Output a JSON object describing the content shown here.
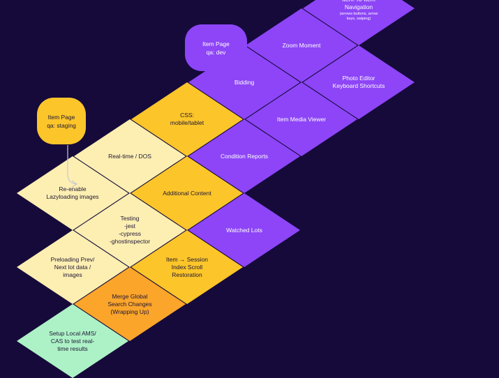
{
  "colors": {
    "background": "#150a3a",
    "purple": "#8d45f7",
    "yellow": "#fcc52a",
    "cream": "#fdefb2",
    "orange": "#fba52b",
    "green": "#adf2c6",
    "connector": "#c8c8d0"
  },
  "tags": [
    {
      "id": "qa-dev",
      "line1": "Item Page",
      "line2": "qa: dev",
      "color": "purple",
      "text": "light"
    },
    {
      "id": "qa-staging",
      "line1": "Item Page",
      "line2": "qa: staging",
      "color": "yellow",
      "text": "dark"
    }
  ],
  "tiles": [
    {
      "id": "item-to-item-navigation",
      "label": "Item-To-Item\nNavigation",
      "sub": "(arrows buttons, arrow\nkeys, swiping)",
      "color": "purple",
      "text": "light",
      "col": 3,
      "row": 0
    },
    {
      "id": "zoom-moment",
      "label": "Zoom Moment",
      "color": "purple",
      "text": "light",
      "col": 3,
      "row": 1
    },
    {
      "id": "photo-editor-shortcuts",
      "label": "Photo Editor\nKeyboard Shortcuts",
      "color": "purple",
      "text": "light",
      "col": 4,
      "row": 1
    },
    {
      "id": "bidding",
      "label": "Bidding",
      "color": "purple",
      "text": "light",
      "col": 3,
      "row": 2
    },
    {
      "id": "item-media-viewer",
      "label": "Item Media Viewer",
      "color": "purple",
      "text": "light",
      "col": 4,
      "row": 2
    },
    {
      "id": "css-mobile-tablet",
      "label": "CSS:\nmobile/tablet",
      "color": "yellow",
      "text": "dark",
      "col": 3,
      "row": 3
    },
    {
      "id": "condition-reports",
      "label": "Condition Reports",
      "color": "purple",
      "text": "light",
      "col": 4,
      "row": 3
    },
    {
      "id": "real-time-dos",
      "label": "Real-time / DOS",
      "color": "cream",
      "text": "dark",
      "col": 3,
      "row": 4
    },
    {
      "id": "additional-content",
      "label": "Additional Content",
      "color": "yellow",
      "text": "dark",
      "col": 4,
      "row": 4
    },
    {
      "id": "watched-lots",
      "label": "Watched Lots",
      "color": "purple",
      "text": "light",
      "col": 5,
      "row": 4
    },
    {
      "id": "re-enable-lazyloading",
      "label": "Re-enable\nLazyloading images",
      "color": "cream",
      "text": "dark",
      "col": 3,
      "row": 5
    },
    {
      "id": "testing",
      "label": "Testing\n-jest\n-cypress\n-ghostinspector",
      "color": "cream",
      "text": "dark",
      "col": 4,
      "row": 5
    },
    {
      "id": "item-session-scroll",
      "label": "Item → Session\nIndex Scroll\nRestoration",
      "color": "yellow",
      "text": "dark",
      "col": 5,
      "row": 5
    },
    {
      "id": "preloading-prev-next",
      "label": "Preloading Prev/\nNext lot data /\nimages",
      "color": "cream",
      "text": "dark",
      "col": 4,
      "row": 6
    },
    {
      "id": "merge-global-search",
      "label": "Merge Global\nSearch Changes\n(Wrapping Up)",
      "color": "orange",
      "text": "dark",
      "col": 5,
      "row": 6
    },
    {
      "id": "setup-local-ams-cas",
      "label": "Setup Local AMS/\nCAS to test real-\ntime results",
      "color": "green",
      "text": "dark",
      "col": 5,
      "row": 7
    }
  ]
}
